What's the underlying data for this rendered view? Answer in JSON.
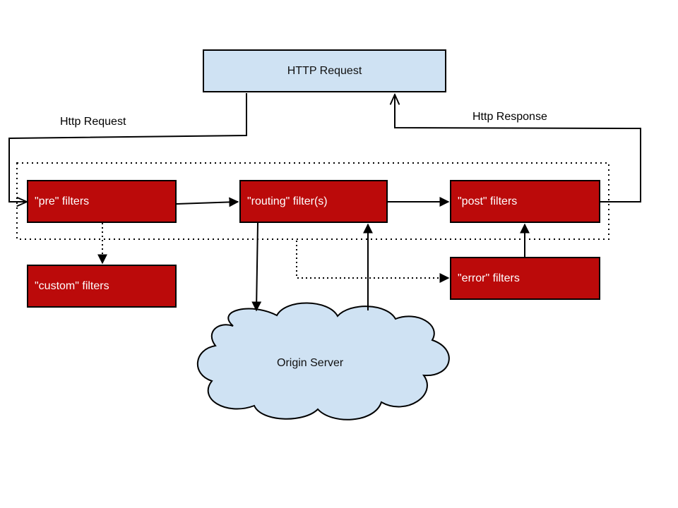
{
  "nodes": {
    "http_request_box": "HTTP Request",
    "pre_filters": "\"pre\" filters",
    "routing_filters": "\"routing\" filter(s)",
    "post_filters": "\"post\" filters",
    "custom_filters": "\"custom\" filters",
    "error_filters": "\"error\" filters",
    "origin_server": "Origin Server"
  },
  "edge_labels": {
    "incoming": "Http Request",
    "outgoing": "Http Response"
  },
  "colors": {
    "filter_fill": "#bb0a0a",
    "request_fill": "#cfe2f3",
    "cloud_fill": "#cfe2f3",
    "stroke": "#000000"
  }
}
